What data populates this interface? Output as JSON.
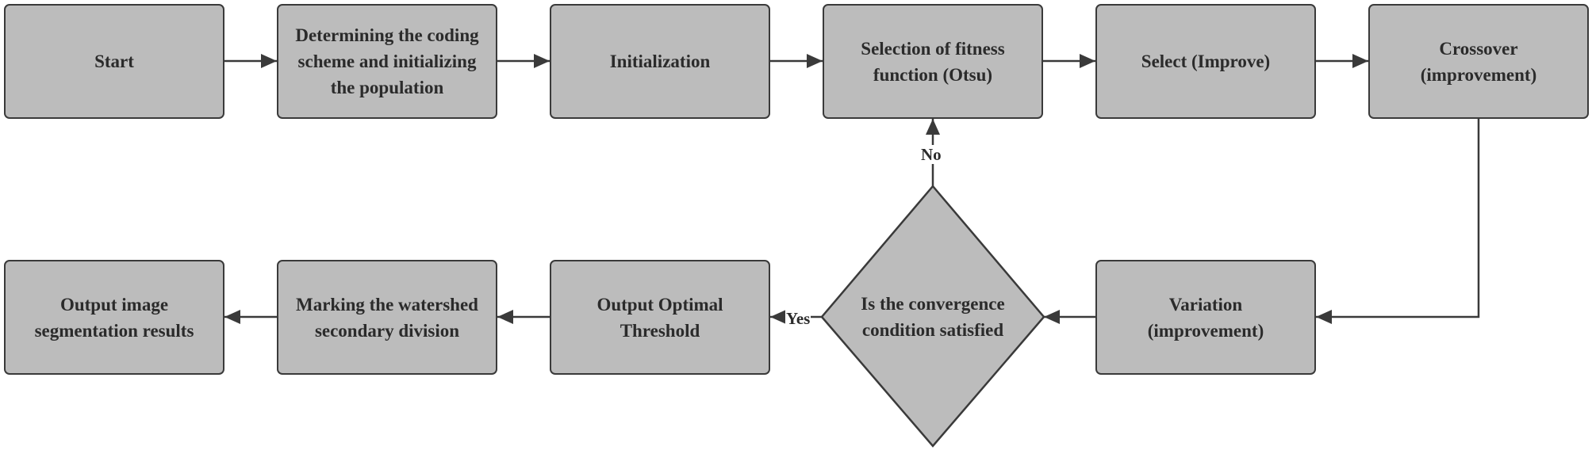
{
  "nodes": {
    "start": "Start",
    "coding": "Determining the coding scheme and initializing the population",
    "initialization": "Initialization",
    "fitness": "Selection of fitness function (Otsu)",
    "select": "Select (Improve)",
    "crossover": "Crossover (improvement)",
    "variation": "Variation (improvement)",
    "convergence": "Is the convergence condition satisfied",
    "threshold": "Output Optimal Threshold",
    "watershed": "Marking the watershed secondary division",
    "output": "Output image segmentation results"
  },
  "edges": {
    "no_label": "No",
    "yes_label": "Yes"
  },
  "colors": {
    "node_fill": "#bcbcbc",
    "node_stroke": "#3a3a3a",
    "text": "#2b2b2b",
    "edge": "#3a3a3a"
  }
}
